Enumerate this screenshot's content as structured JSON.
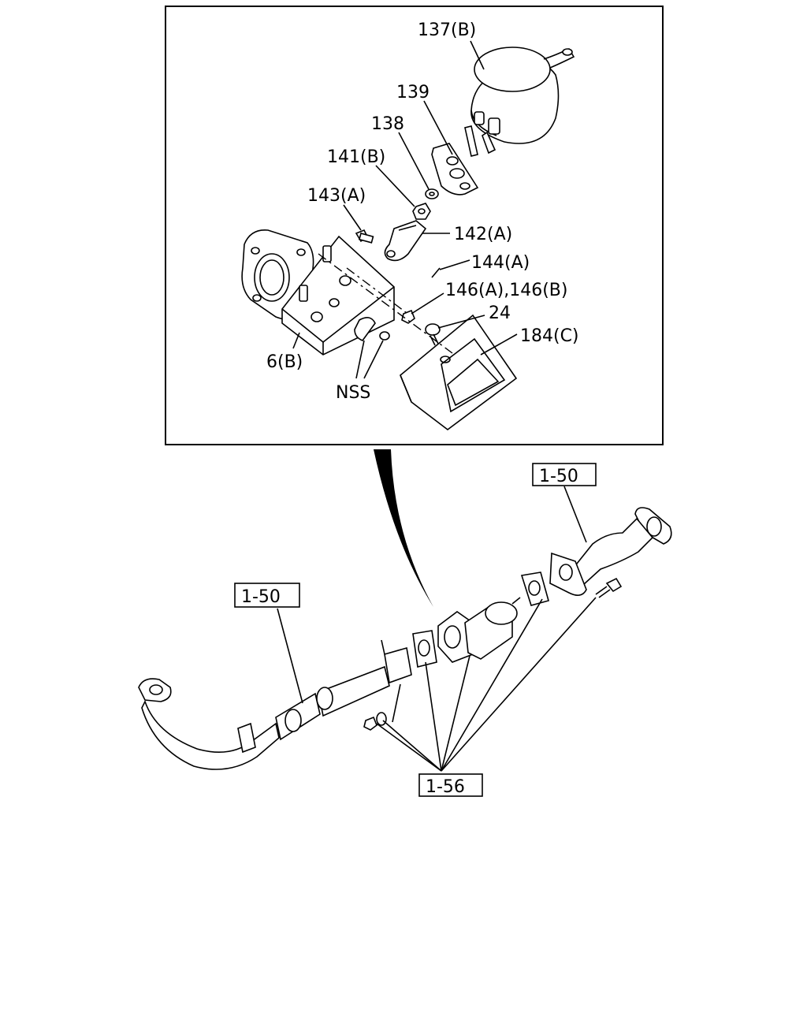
{
  "labels": {
    "l137": "137(B)",
    "l139": "139",
    "l138": "138",
    "l141": "141(B)",
    "l143": "143(A)",
    "l142": "142(A)",
    "l144": "144(A)",
    "l146": "146(A),146(B)",
    "l24": "24",
    "l184": "184(C)",
    "l6": "6(B)",
    "lnss": "NSS",
    "ref150a": "1-50",
    "ref150b": "1-50",
    "ref156": "1-56"
  }
}
